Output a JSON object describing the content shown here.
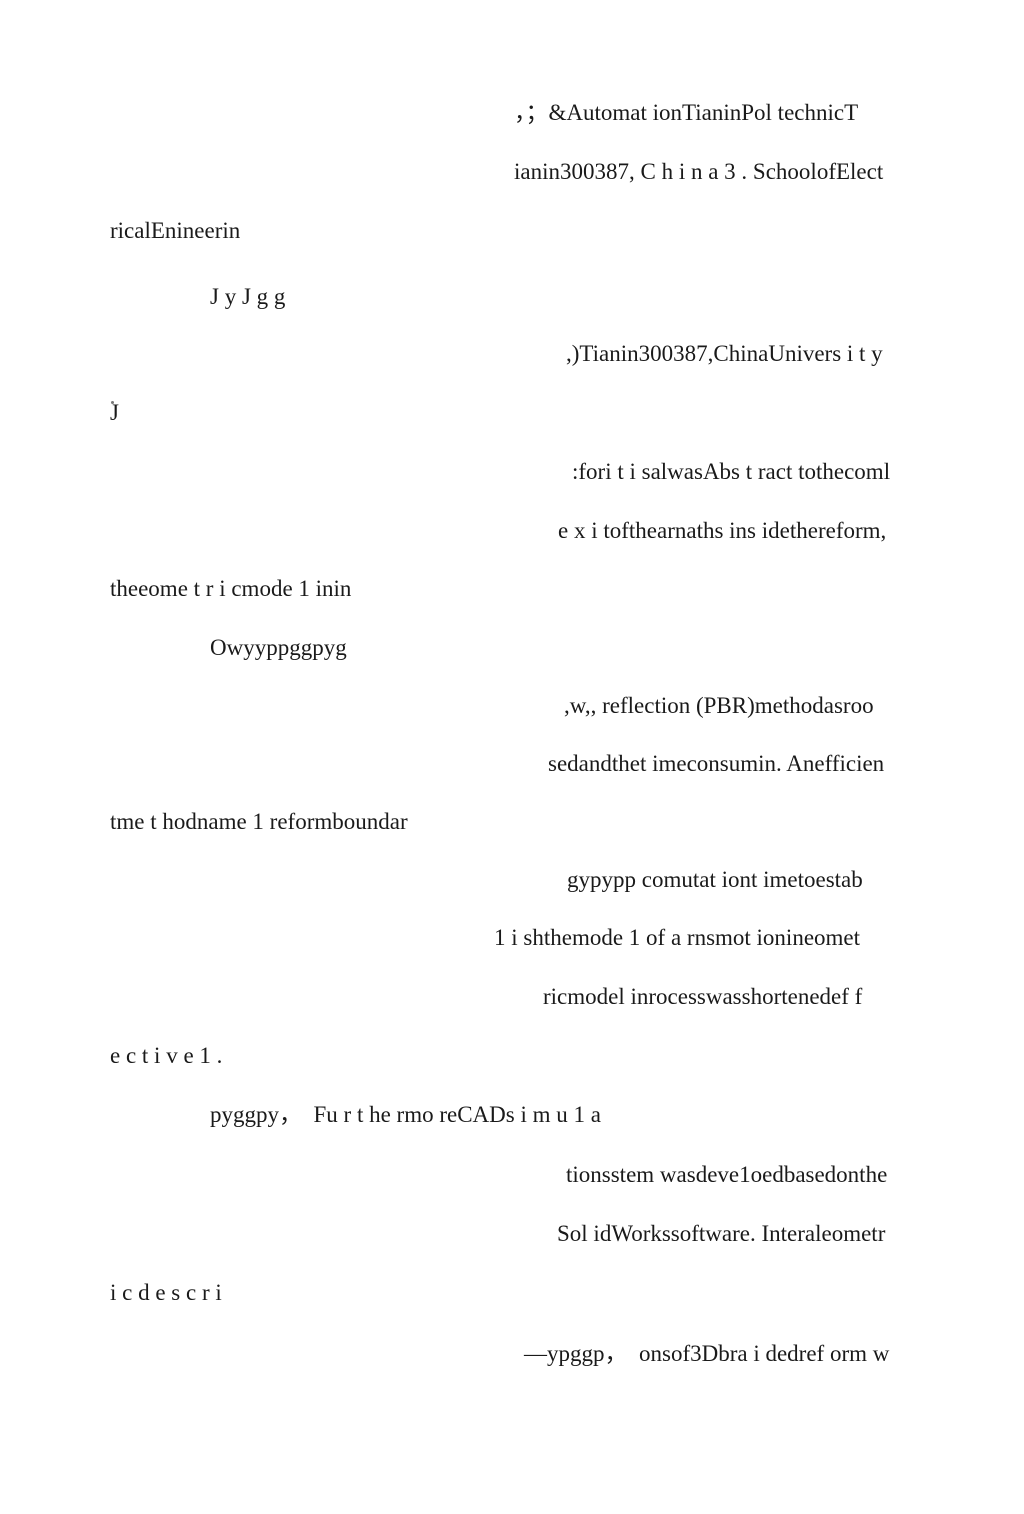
{
  "document": {
    "lines": [
      "，；&Automat ionTianinPol technicT",
      "ianin300387, C h i n a 3 . SchoolofElect",
      "ricalEnineerin",
      "J y J g g",
      ",)Tianin300387,ChinaUnivers i t y",
      "J",
      ":fori t i salwasAbs t ract tothecoml",
      "e x i tofthearnaths ins idethereform,",
      "theeome t r i cmode 1 inin",
      "Owyyppggpyg",
      ",w,, reflection (PBR)methodasroo",
      "sedandthet imeconsumin. Anefficien",
      "tme t hodname 1 reformboundar",
      "gypypp comutat iont imetoestab",
      "1 i shthemode 1 of a rnsmot ionineomet",
      "ricmodel inrocesswasshortenedef f",
      "e c t i v e 1 .",
      "pyggpy，  Fu r t he rmo reCADs i m u 1 a",
      "tionsstem wasdeve1oedbasedonthe",
      "Sol idWorkssoftware. Interaleometr",
      "i c d e s c r i",
      "—ypggp，  onsof3Dbra i dedref orm w"
    ]
  }
}
